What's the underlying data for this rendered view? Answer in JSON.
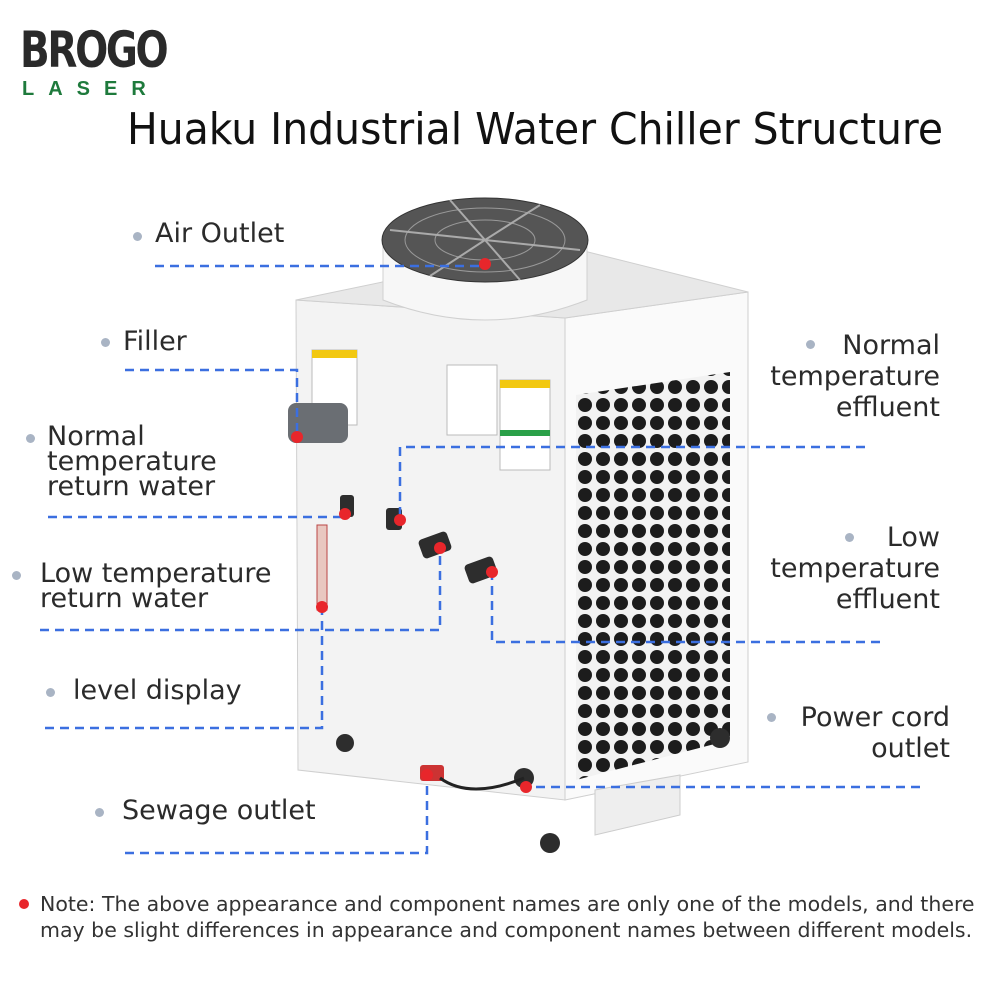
{
  "logo": {
    "brand": "BROGO",
    "sub": "LASER"
  },
  "title": "Huaku Industrial Water Chiller Structure",
  "labels": {
    "air_outlet": "Air Outlet",
    "filler": "Filler",
    "normal_return_1": "Normal",
    "normal_return_2": "temperature",
    "normal_return_3": "return water",
    "low_return_1": "Low temperature",
    "low_return_2": "return water",
    "level_display": "level display",
    "sewage_outlet": "Sewage outlet",
    "normal_effluent_1": "Normal",
    "normal_effluent_2": "temperature",
    "normal_effluent_3": "effluent",
    "low_effluent_1": "Low",
    "low_effluent_2": "temperature",
    "low_effluent_3": "effluent",
    "power_1": "Power cord",
    "power_2": "outlet"
  },
  "note": "Note: The above appearance and component names are only one of the models, and there may be slight differences in appearance and component names between different models.",
  "colors": {
    "leader": "#3b6fe0",
    "marker": "#e8262b",
    "brand_green": "#1e7a3c"
  }
}
